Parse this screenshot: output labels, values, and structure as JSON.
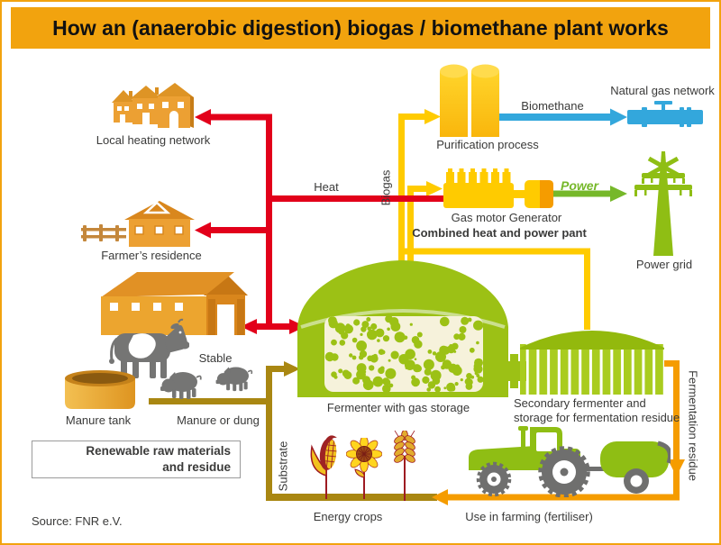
{
  "title": "How an (anaerobic digestion) biogas / biomethane plant works",
  "source": "Source: FNR e.V.",
  "labels": {
    "local_heating": "Local heating network",
    "farmers_residence": "Farmer’s residence",
    "stable": "Stable",
    "manure_tank": "Manure tank",
    "manure_or_dung": "Manure or dung",
    "renewable_line1": "Renewable raw materials",
    "renewable_line2": "and residue",
    "substrate": "Substrate",
    "energy_crops": "Energy crops",
    "fermenter": "Fermenter with gas storage",
    "secondary_line1": "Secondary fermenter and",
    "secondary_line2": "storage for fermentation residue",
    "biogas": "Biogas",
    "heat": "Heat",
    "purification": "Purification process",
    "biomethane": "Biomethane",
    "natural_gas_network": "Natural gas network",
    "gas_motor": "Gas motor",
    "generator": "Generator",
    "chp": "Combined heat and power pant",
    "power": "Power",
    "power_grid": "Power grid",
    "fermentation_residue": "Fermentation residue",
    "use_in_farming": "Use in farming (fertiliser)"
  },
  "colors": {
    "header_orange": "#F2A30E",
    "heat_red": "#E2001A",
    "biogas_yellow": "#FFCB00",
    "substrate_olive": "#A98712",
    "residue_orange": "#F59C00",
    "biomethane_blue": "#33A7DC",
    "power_green": "#76B82A",
    "plant_green": "#9CC115"
  }
}
